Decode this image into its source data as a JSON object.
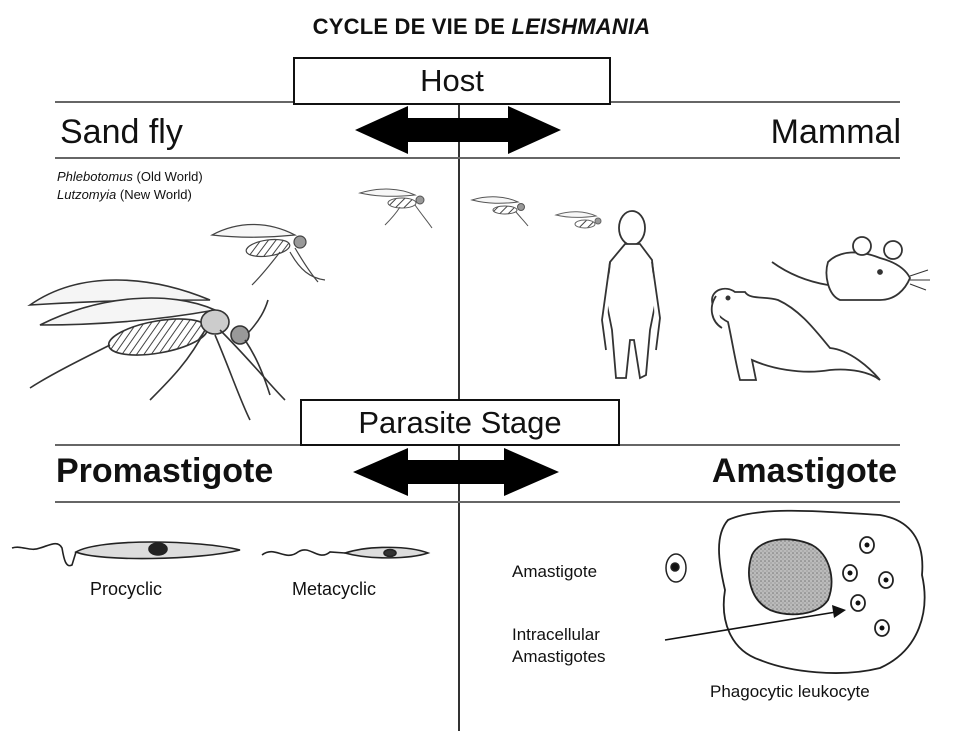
{
  "title": {
    "prefix": "CYCLE DE VIE DE ",
    "emph": "LEISHMANIA"
  },
  "host_box": "Host",
  "hosts": {
    "left": "Sand fly",
    "right": "Mammal"
  },
  "vectors": {
    "genus1": "Phlebotomus",
    "genus1_note": " (Old World)",
    "genus2": "Lutzomyia",
    "genus2_note": " (New World)"
  },
  "stage_box": "Parasite Stage",
  "stages": {
    "left": "Promastigote",
    "right": "Amastigote"
  },
  "promastigote_forms": [
    "Procyclic",
    "Metacyclic"
  ],
  "amastigote_labels": {
    "single": "Amastigote",
    "intracellular_line1": "Intracellular",
    "intracellular_line2": "Amastigotes",
    "cell": "Phagocytic leukocyte"
  },
  "icons": [
    "sandfly-icon",
    "human-icon",
    "dog-icon",
    "mouse-icon",
    "double-arrow-icon",
    "leukocyte-icon"
  ]
}
